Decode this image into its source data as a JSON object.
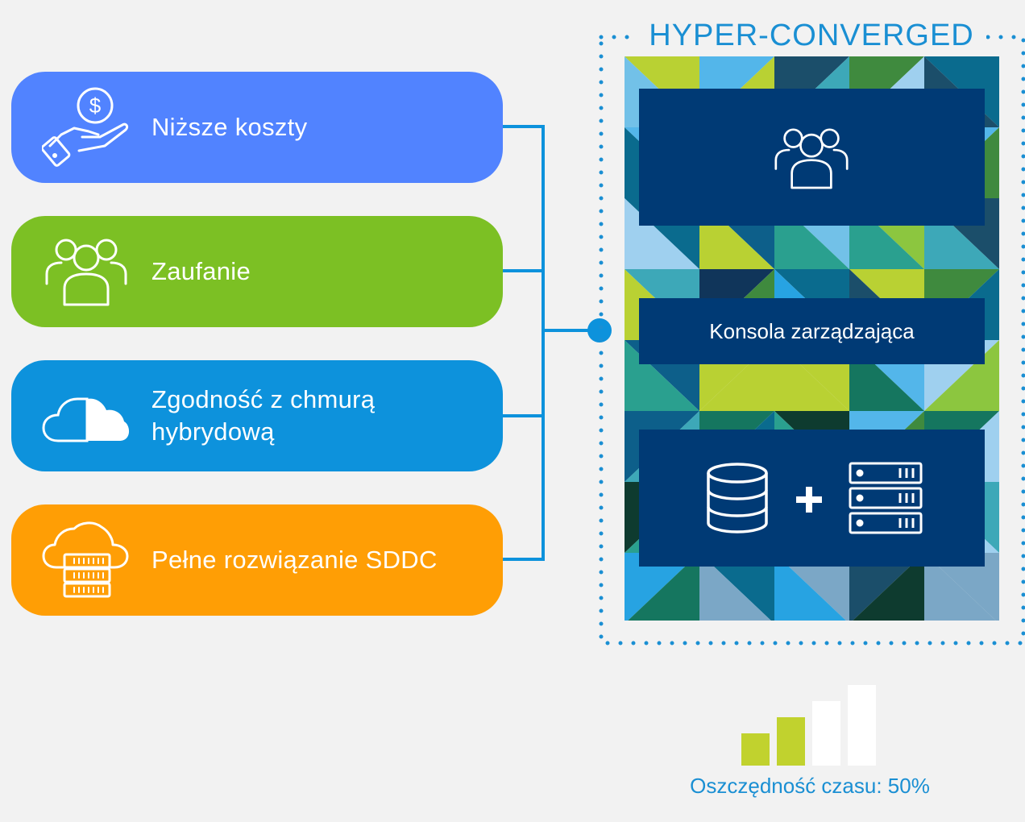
{
  "benefits": [
    {
      "label_lines": [
        "Niższe koszty"
      ],
      "color": "#5183ff",
      "icon": "hand-coin-icon"
    },
    {
      "label_lines": [
        "Zaufanie"
      ],
      "color": "#7cc024",
      "icon": "people-group-icon"
    },
    {
      "label_lines": [
        "Zgodność z chmurą",
        "hybrydową"
      ],
      "color": "#0d92dc",
      "icon": "cloud-icon"
    },
    {
      "label_lines": [
        "Pełne rozwiązanie SDDC"
      ],
      "color": "#ff9e05",
      "icon": "cloud-server-icon"
    }
  ],
  "connector_color": "#0d92dc",
  "hyper": {
    "title": "HYPER-CONVERGED",
    "console_label": "Konsola zarządzająca",
    "top_panel_icon": "people-group-icon",
    "bottom_panel_icons": [
      "database-icon",
      "plus-icon",
      "server-rack-icon"
    ]
  },
  "savings": {
    "label": "Oszczędność czasu: 50%",
    "filled_bars": 2,
    "total_bars": 4,
    "filled_color": "#c1d22e",
    "empty_color": "#ffffff"
  }
}
